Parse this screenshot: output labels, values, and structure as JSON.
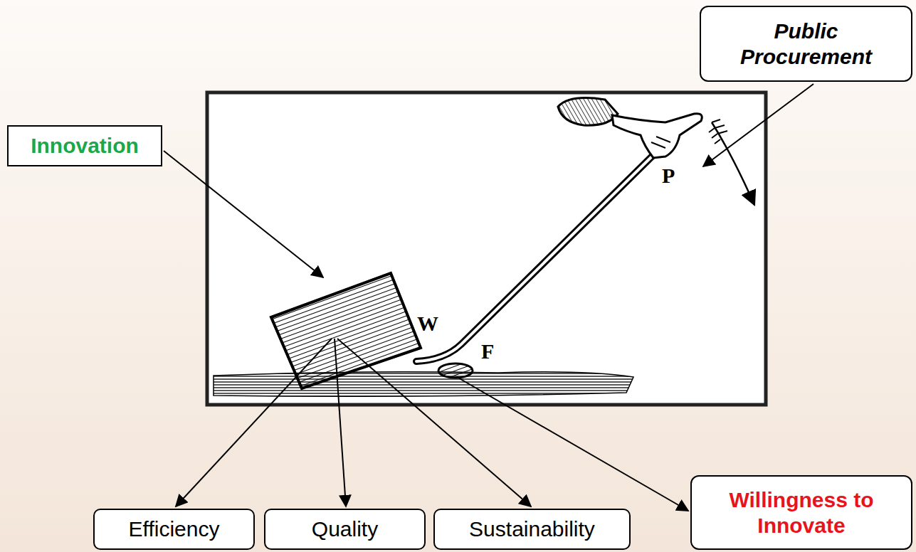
{
  "diagram": {
    "nodes": [
      {
        "text": [
          "Public Procurement"
        ]
      },
      {
        "text": [
          "Innovation"
        ]
      },
      {
        "text": [
          "Efficiency"
        ]
      },
      {
        "text": [
          "Quality"
        ]
      },
      {
        "text": [
          "Sustainability"
        ]
      },
      {
        "text": [
          "Willingness to Innovate"
        ]
      }
    ],
    "labels": [
      "P",
      "W",
      "F"
    ]
  }
}
